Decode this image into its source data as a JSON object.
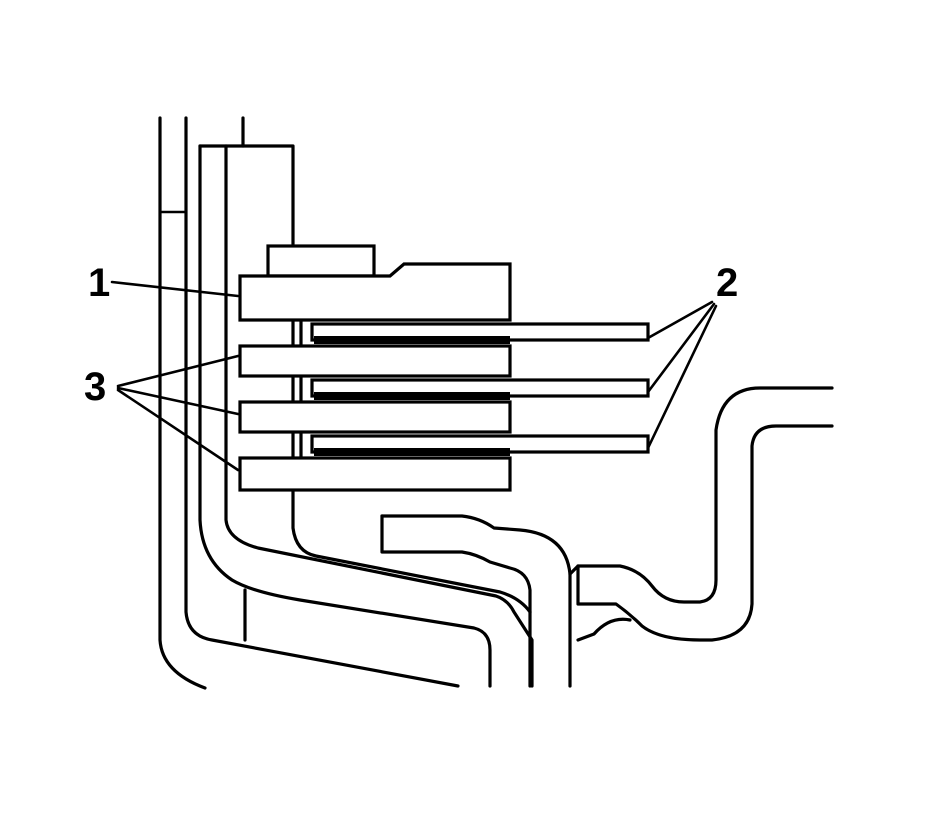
{
  "colors": {
    "line": "#000000",
    "background": "#ffffff"
  },
  "callouts": {
    "c1": "1",
    "c2": "2",
    "c3": "3"
  }
}
